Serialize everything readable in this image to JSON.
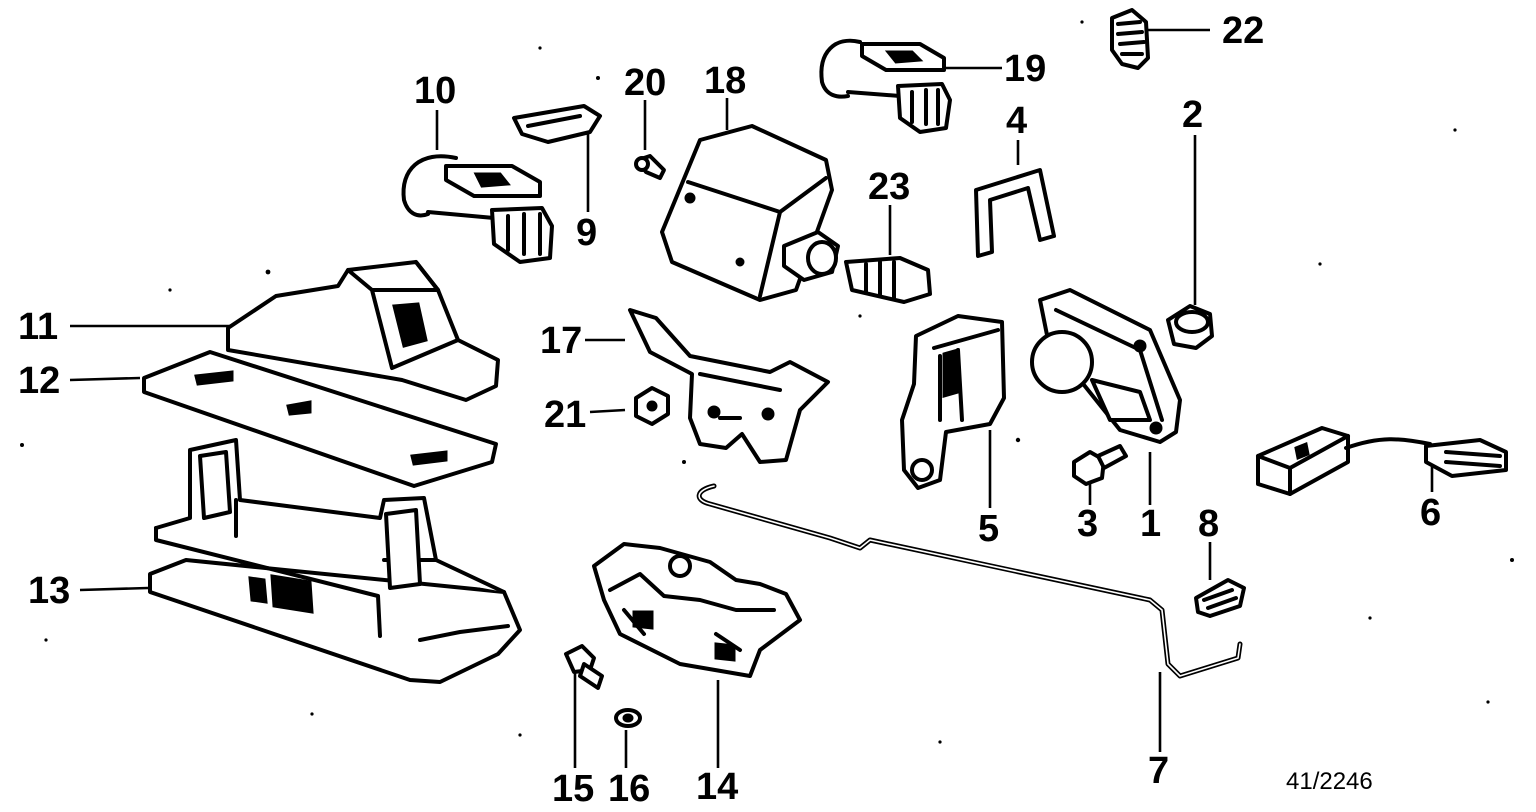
{
  "diagram": {
    "reference_code": "41/2246",
    "callouts": [
      {
        "id": "c1",
        "label": "1"
      },
      {
        "id": "c2",
        "label": "2"
      },
      {
        "id": "c3",
        "label": "3"
      },
      {
        "id": "c4",
        "label": "4"
      },
      {
        "id": "c5",
        "label": "5"
      },
      {
        "id": "c6",
        "label": "6"
      },
      {
        "id": "c7",
        "label": "7"
      },
      {
        "id": "c8",
        "label": "8"
      },
      {
        "id": "c9",
        "label": "9"
      },
      {
        "id": "c10",
        "label": "10"
      },
      {
        "id": "c11",
        "label": "11"
      },
      {
        "id": "c12",
        "label": "12"
      },
      {
        "id": "c13",
        "label": "13"
      },
      {
        "id": "c14",
        "label": "14"
      },
      {
        "id": "c15",
        "label": "15"
      },
      {
        "id": "c16",
        "label": "16"
      },
      {
        "id": "c17",
        "label": "17"
      },
      {
        "id": "c18",
        "label": "18"
      },
      {
        "id": "c19",
        "label": "19"
      },
      {
        "id": "c20",
        "label": "20"
      },
      {
        "id": "c21",
        "label": "21"
      },
      {
        "id": "c22",
        "label": "22"
      },
      {
        "id": "c23",
        "label": "23"
      }
    ]
  }
}
